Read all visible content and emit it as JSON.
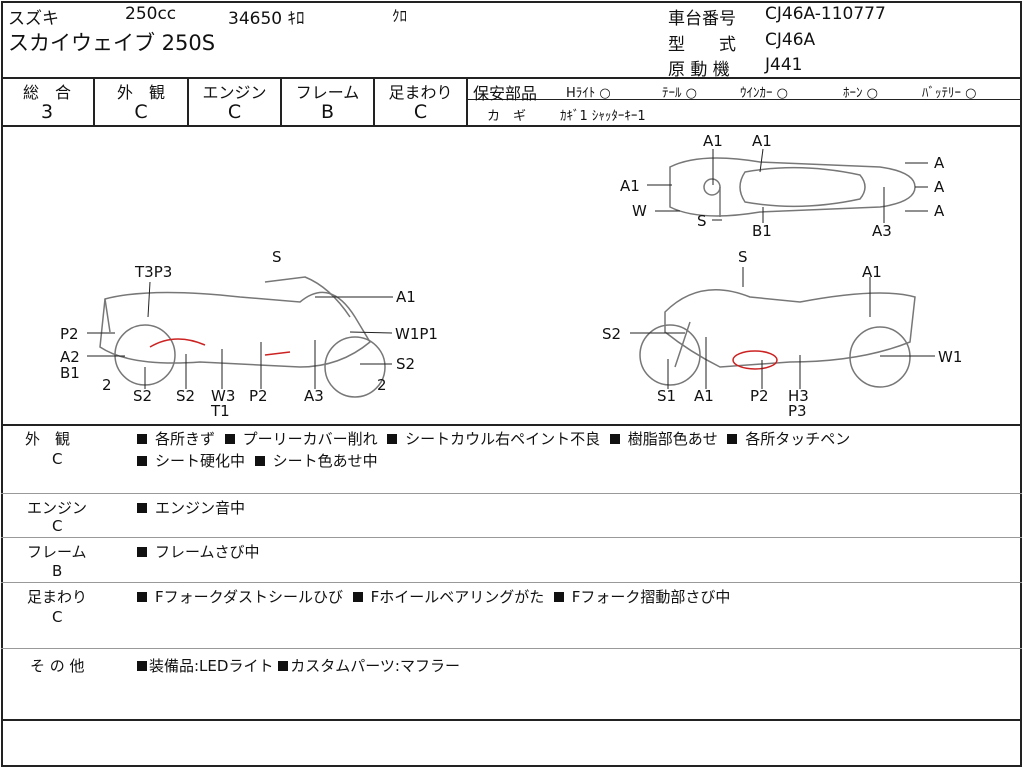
{
  "header": {
    "maker": "スズキ",
    "displacement": "250cc",
    "mileage": "34650 ｷﾛ",
    "color": "ｸﾛ",
    "model": "スカイウェイブ 250S",
    "chassis_label": "車台番号",
    "chassis_no": "CJ46A-110777",
    "type_label": "型　　式",
    "type": "CJ46A",
    "engine_label": "原 動 機",
    "engine": "J441"
  },
  "scores": [
    {
      "label": "総　合",
      "value": "3"
    },
    {
      "label": "外　観",
      "value": "C"
    },
    {
      "label": "エンジン",
      "value": "C"
    },
    {
      "label": "フレーム",
      "value": "B"
    },
    {
      "label": "足まわり",
      "value": "C"
    }
  ],
  "safety": {
    "label": "保安部品",
    "items": [
      "Hﾗｲﾄ ○",
      "ﾃｰﾙ ○",
      "ｳｲﾝｶｰ ○",
      "ﾎｰﾝ ○",
      "ﾊﾞｯﾃﾘｰ ○"
    ],
    "key_label": "カ　ギ",
    "key_value": "ｶｷﾞ1 ｼｬｯﾀｰｷｰ1"
  },
  "diagram": {
    "top": [
      "A1",
      "A1",
      "A1",
      "W",
      "S",
      "B1",
      "A",
      "A",
      "A",
      "A3"
    ],
    "left": [
      "S",
      "T3P3",
      "A1",
      "P2",
      "W1P1",
      "A2",
      "B1",
      "S2",
      "2",
      "2",
      "S2",
      "S2",
      "W3",
      "T1",
      "P2",
      "A3"
    ],
    "right": [
      "S",
      "A1",
      "S2",
      "W1",
      "S1",
      "A1",
      "P2",
      "H3",
      "P3"
    ]
  },
  "remarks": [
    {
      "category": "外　観",
      "grade": "C",
      "lines": [
        [
          "各所きず",
          "プーリーカバー削れ",
          "シートカウル右ペイント不良",
          "樹脂部色あせ",
          "各所タッチペン"
        ],
        [
          "シート硬化中",
          "シート色あせ中"
        ]
      ]
    },
    {
      "category": "エンジン",
      "grade": "C",
      "lines": [
        [
          "エンジン音中"
        ]
      ]
    },
    {
      "category": "フレーム",
      "grade": "B",
      "lines": [
        [
          "フレームさび中"
        ]
      ]
    },
    {
      "category": "足まわり",
      "grade": "C",
      "lines": [
        [
          "Fフォークダストシールひび",
          "Fホイールベアリングがた",
          "Fフォーク摺動部さび中"
        ]
      ]
    },
    {
      "category": "そ の 他",
      "grade": "",
      "lines": [
        [
          "装備品:LEDライト",
          "カスタムパーツ:マフラー"
        ]
      ]
    }
  ]
}
